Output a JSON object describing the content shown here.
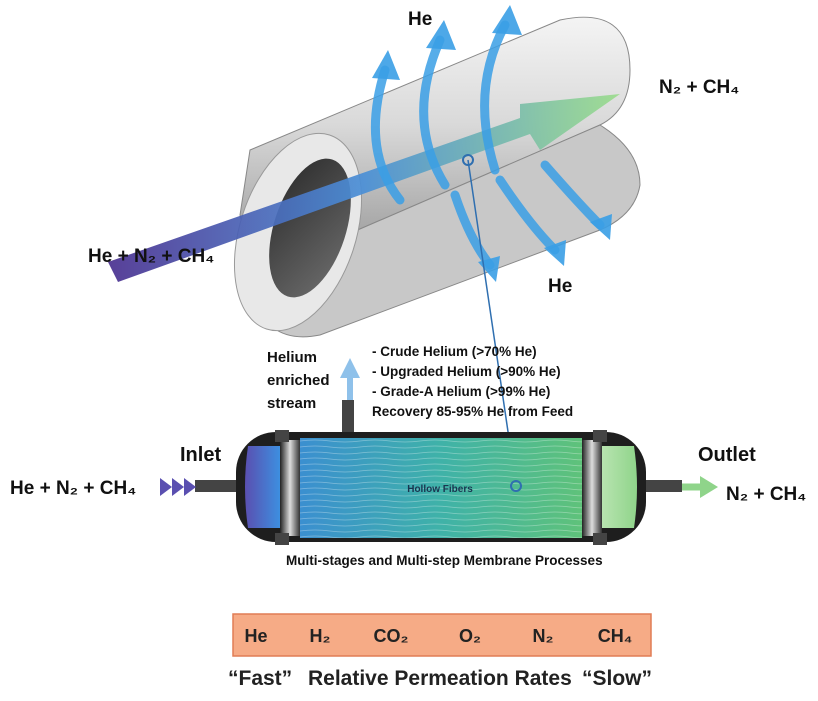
{
  "labels": {
    "he_top": "He",
    "he_right": "He",
    "n2_ch4_top": "N₂ + CH₄",
    "feed_top": "He + N₂ + CH₄",
    "helium_stream": [
      "Helium",
      "enriched",
      "stream"
    ],
    "inlet": "Inlet",
    "outlet": "Outlet",
    "feed_inlet": "He + N₂ + CH₄",
    "n2_ch4_outlet": "N₂ + CH₄",
    "hollow_fibers": "Hollow Fibers",
    "process_caption": "Multi-stages and Multi-step Membrane Processes"
  },
  "helium_grades": [
    "- Crude Helium (>70% He)",
    "- Upgraded Helium (>90% He)",
    "- Grade-A Helium (>99% He)",
    "Recovery 85-95% He from Feed"
  ],
  "permeation": {
    "gases": [
      "He",
      "H₂",
      "CO₂",
      "O₂",
      "N₂",
      "CH₄"
    ],
    "fast_label": "“Fast”",
    "title": "Relative Permeation Rates",
    "slow_label": "“Slow”"
  },
  "colors": {
    "helium_blue": "#3a9fe6",
    "n2_green": "#8fd48a",
    "feed_purple": "#5a4fb0",
    "permeation_bar": "#f6ab86"
  }
}
